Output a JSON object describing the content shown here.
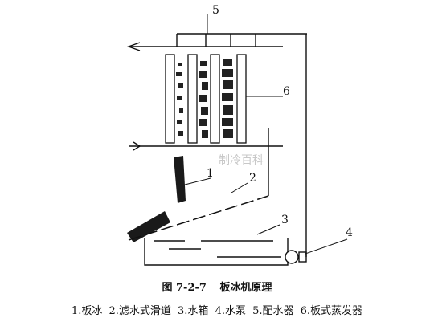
{
  "diagram": {
    "labels": {
      "ice_sheet": "1",
      "chute": "2",
      "tank": "3",
      "pump": "4",
      "distributor": "5",
      "evaporator": "6"
    },
    "watermark": "制冷百科"
  },
  "caption": {
    "figure_number": "图 7-2-7",
    "figure_title": "板冰机原理"
  },
  "legend": [
    "1.板冰",
    "2.滤水式滑道",
    "3.水箱",
    "4.水泵",
    "5.配水器",
    "6.板式蒸发器"
  ]
}
